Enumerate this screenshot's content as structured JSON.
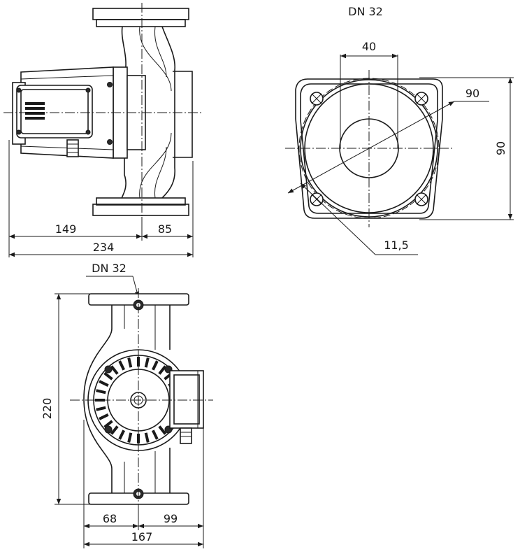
{
  "side_view": {
    "dim_left": "149",
    "dim_right": "85",
    "dim_total": "234"
  },
  "flange_view": {
    "title": "DN 32",
    "dim_bore": "40",
    "dim_diagonal": "90",
    "dim_height": "90",
    "dim_hole": "11,5"
  },
  "front_view": {
    "title": "DN 32",
    "dim_height": "220",
    "dim_left": "68",
    "dim_right": "99",
    "dim_total": "167"
  }
}
